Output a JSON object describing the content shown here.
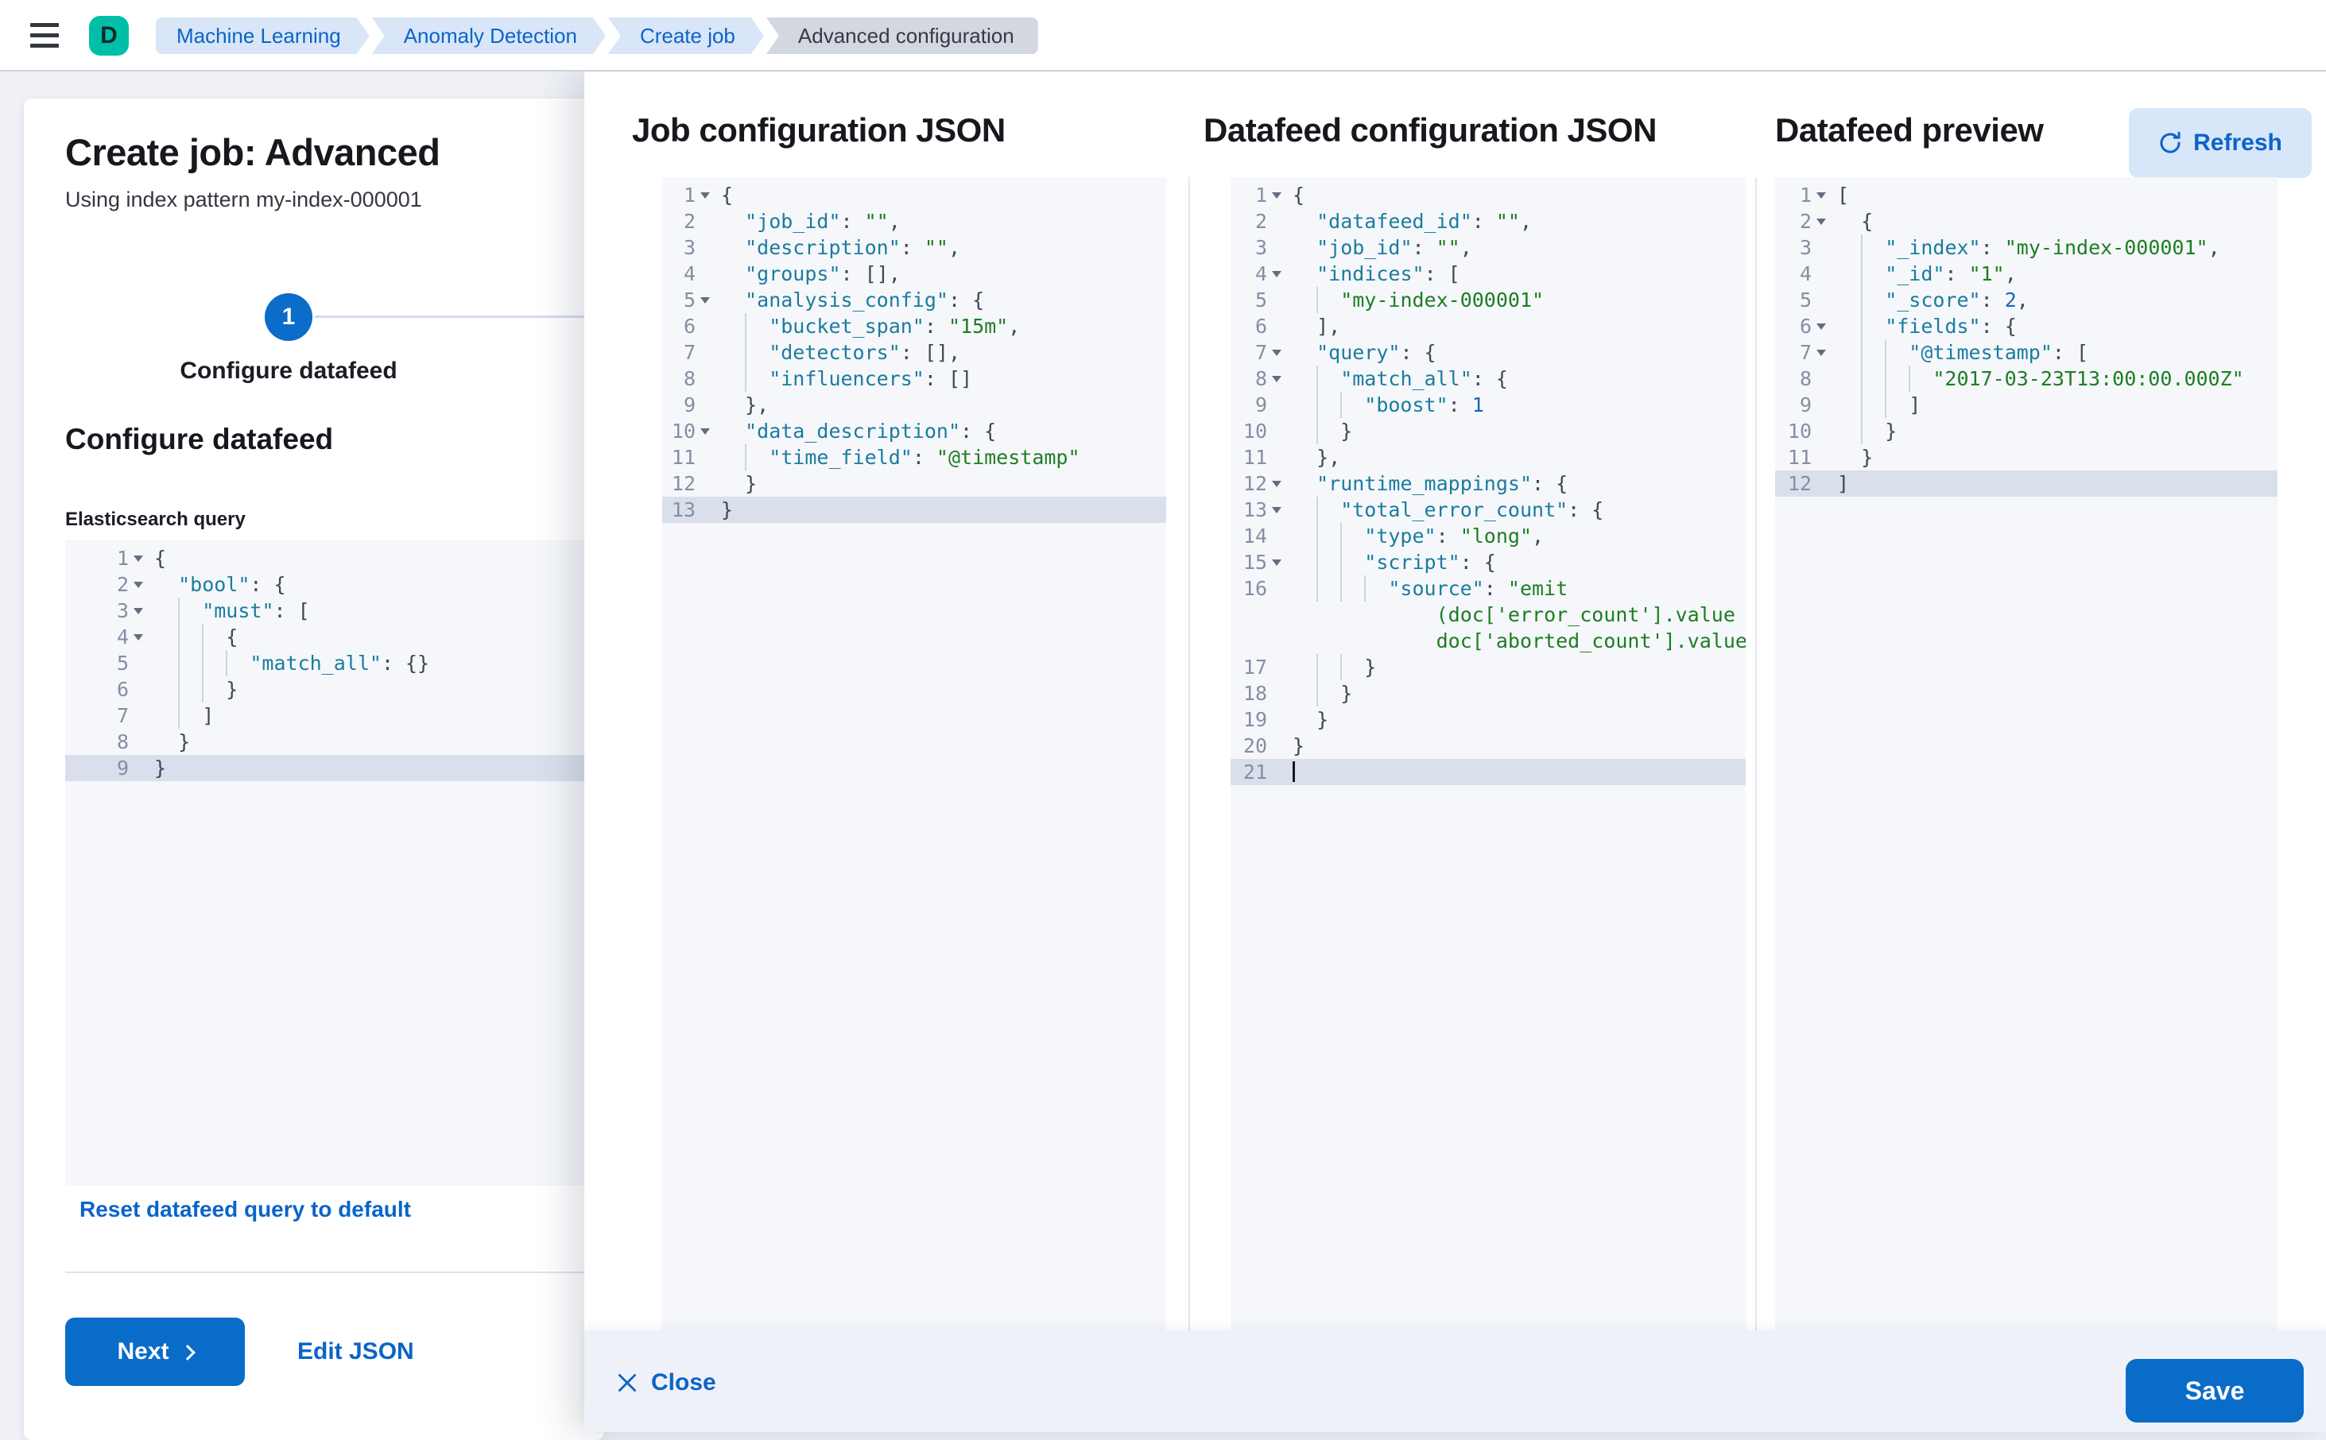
{
  "topbar": {
    "logo_letter": "D",
    "breadcrumbs": [
      {
        "label": "Machine Learning",
        "current": false
      },
      {
        "label": "Anomaly Detection",
        "current": false
      },
      {
        "label": "Create job",
        "current": false
      },
      {
        "label": "Advanced configuration",
        "current": true
      }
    ]
  },
  "left_panel": {
    "title": "Create job: Advanced",
    "subtitle": "Using index pattern my-index-000001",
    "step_number": "1",
    "step_label": "Configure datafeed",
    "section_heading": "Configure datafeed",
    "query_label": "Elasticsearch query",
    "reset_link": "Reset datafeed query to default",
    "next_label": "Next",
    "edit_json_label": "Edit JSON"
  },
  "flyout": {
    "job_heading": "Job configuration JSON",
    "datafeed_heading": "Datafeed configuration JSON",
    "preview_heading": "Datafeed preview",
    "refresh_label": "Refresh",
    "close_label": "Close",
    "save_label": "Save"
  },
  "colors": {
    "primary_blue": "#0b64c8",
    "button_fill": "#0a6cc9",
    "avatar_teal": "#00bfa8",
    "editor_bg": "#f5f7fa",
    "active_line": "#d9e0ec",
    "token_key": "#1b7c9e",
    "token_string": "#1e7d23",
    "token_number": "#1c64b8"
  },
  "editors": {
    "es_query": {
      "lines": [
        {
          "n": "1",
          "fold": true,
          "indent": 0,
          "guides": 0,
          "tokens": [
            [
              "p",
              "{"
            ]
          ]
        },
        {
          "n": "2",
          "fold": true,
          "indent": 2,
          "guides": 0,
          "tokens": [
            [
              "k",
              "\"bool\""
            ],
            [
              "p",
              ": {"
            ]
          ]
        },
        {
          "n": "3",
          "fold": true,
          "indent": 4,
          "guides": 1,
          "tokens": [
            [
              "k",
              "\"must\""
            ],
            [
              "p",
              ": ["
            ]
          ]
        },
        {
          "n": "4",
          "fold": true,
          "indent": 6,
          "guides": 2,
          "tokens": [
            [
              "p",
              "{"
            ]
          ]
        },
        {
          "n": "5",
          "indent": 8,
          "guides": 3,
          "tokens": [
            [
              "k",
              "\"match_all\""
            ],
            [
              "p",
              ": {}"
            ]
          ]
        },
        {
          "n": "6",
          "indent": 6,
          "guides": 2,
          "tokens": [
            [
              "p",
              "}"
            ]
          ]
        },
        {
          "n": "7",
          "indent": 4,
          "guides": 1,
          "tokens": [
            [
              "p",
              "]"
            ]
          ]
        },
        {
          "n": "8",
          "indent": 2,
          "guides": 0,
          "tokens": [
            [
              "p",
              "}"
            ]
          ]
        },
        {
          "n": "9",
          "hl": true,
          "indent": 0,
          "guides": 0,
          "tokens": [
            [
              "p",
              "}"
            ]
          ]
        }
      ]
    },
    "job_config": {
      "lines": [
        {
          "n": "1",
          "fold": true,
          "indent": 0,
          "guides": 0,
          "tokens": [
            [
              "p",
              "{"
            ]
          ]
        },
        {
          "n": "2",
          "indent": 2,
          "guides": 0,
          "tokens": [
            [
              "k",
              "\"job_id\""
            ],
            [
              "p",
              ": "
            ],
            [
              "s",
              "\"\""
            ],
            [
              "p",
              ","
            ]
          ]
        },
        {
          "n": "3",
          "indent": 2,
          "guides": 0,
          "tokens": [
            [
              "k",
              "\"description\""
            ],
            [
              "p",
              ": "
            ],
            [
              "s",
              "\"\""
            ],
            [
              "p",
              ","
            ]
          ]
        },
        {
          "n": "4",
          "indent": 2,
          "guides": 0,
          "tokens": [
            [
              "k",
              "\"groups\""
            ],
            [
              "p",
              ": [],"
            ]
          ]
        },
        {
          "n": "5",
          "fold": true,
          "indent": 2,
          "guides": 0,
          "tokens": [
            [
              "k",
              "\"analysis_config\""
            ],
            [
              "p",
              ": {"
            ]
          ]
        },
        {
          "n": "6",
          "indent": 4,
          "guides": 1,
          "tokens": [
            [
              "k",
              "\"bucket_span\""
            ],
            [
              "p",
              ": "
            ],
            [
              "s",
              "\"15m\""
            ],
            [
              "p",
              ","
            ]
          ]
        },
        {
          "n": "7",
          "indent": 4,
          "guides": 1,
          "tokens": [
            [
              "k",
              "\"detectors\""
            ],
            [
              "p",
              ": [],"
            ]
          ]
        },
        {
          "n": "8",
          "indent": 4,
          "guides": 1,
          "tokens": [
            [
              "k",
              "\"influencers\""
            ],
            [
              "p",
              ": []"
            ]
          ]
        },
        {
          "n": "9",
          "indent": 2,
          "guides": 0,
          "tokens": [
            [
              "p",
              "},"
            ]
          ]
        },
        {
          "n": "10",
          "fold": true,
          "indent": 2,
          "guides": 0,
          "tokens": [
            [
              "k",
              "\"data_description\""
            ],
            [
              "p",
              ": {"
            ]
          ]
        },
        {
          "n": "11",
          "indent": 4,
          "guides": 1,
          "tokens": [
            [
              "k",
              "\"time_field\""
            ],
            [
              "p",
              ": "
            ],
            [
              "s",
              "\"@timestamp\""
            ]
          ]
        },
        {
          "n": "12",
          "indent": 2,
          "guides": 0,
          "tokens": [
            [
              "p",
              "}"
            ]
          ]
        },
        {
          "n": "13",
          "hl": true,
          "indent": 0,
          "guides": 0,
          "tokens": [
            [
              "p",
              "}"
            ]
          ]
        }
      ]
    },
    "datafeed_config": {
      "lines": [
        {
          "n": "1",
          "fold": true,
          "indent": 0,
          "guides": 0,
          "tokens": [
            [
              "p",
              "{"
            ]
          ]
        },
        {
          "n": "2",
          "indent": 2,
          "guides": 0,
          "tokens": [
            [
              "k",
              "\"datafeed_id\""
            ],
            [
              "p",
              ": "
            ],
            [
              "s",
              "\"\""
            ],
            [
              "p",
              ","
            ]
          ]
        },
        {
          "n": "3",
          "indent": 2,
          "guides": 0,
          "tokens": [
            [
              "k",
              "\"job_id\""
            ],
            [
              "p",
              ": "
            ],
            [
              "s",
              "\"\""
            ],
            [
              "p",
              ","
            ]
          ]
        },
        {
          "n": "4",
          "fold": true,
          "indent": 2,
          "guides": 0,
          "tokens": [
            [
              "k",
              "\"indices\""
            ],
            [
              "p",
              ": ["
            ]
          ]
        },
        {
          "n": "5",
          "indent": 4,
          "guides": 1,
          "tokens": [
            [
              "s",
              "\"my-index-000001\""
            ]
          ]
        },
        {
          "n": "6",
          "indent": 2,
          "guides": 0,
          "tokens": [
            [
              "p",
              "],"
            ]
          ]
        },
        {
          "n": "7",
          "fold": true,
          "indent": 2,
          "guides": 0,
          "tokens": [
            [
              "k",
              "\"query\""
            ],
            [
              "p",
              ": {"
            ]
          ]
        },
        {
          "n": "8",
          "fold": true,
          "indent": 4,
          "guides": 1,
          "tokens": [
            [
              "k",
              "\"match_all\""
            ],
            [
              "p",
              ": {"
            ]
          ]
        },
        {
          "n": "9",
          "indent": 6,
          "guides": 2,
          "tokens": [
            [
              "k",
              "\"boost\""
            ],
            [
              "p",
              ": "
            ],
            [
              "n",
              "1"
            ]
          ]
        },
        {
          "n": "10",
          "indent": 4,
          "guides": 1,
          "tokens": [
            [
              "p",
              "}"
            ]
          ]
        },
        {
          "n": "11",
          "indent": 2,
          "guides": 0,
          "tokens": [
            [
              "p",
              "},"
            ]
          ]
        },
        {
          "n": "12",
          "fold": true,
          "indent": 2,
          "guides": 0,
          "tokens": [
            [
              "k",
              "\"runtime_mappings\""
            ],
            [
              "p",
              ": {"
            ]
          ]
        },
        {
          "n": "13",
          "fold": true,
          "indent": 4,
          "guides": 1,
          "tokens": [
            [
              "k",
              "\"total_error_count\""
            ],
            [
              "p",
              ": {"
            ]
          ]
        },
        {
          "n": "14",
          "indent": 6,
          "guides": 2,
          "tokens": [
            [
              "k",
              "\"type\""
            ],
            [
              "p",
              ": "
            ],
            [
              "s",
              "\"long\""
            ],
            [
              "p",
              ","
            ]
          ]
        },
        {
          "n": "15",
          "fold": true,
          "indent": 6,
          "guides": 2,
          "tokens": [
            [
              "k",
              "\"script\""
            ],
            [
              "p",
              ": {"
            ]
          ]
        },
        {
          "n": "16",
          "indent": 8,
          "guides": 3,
          "tokens": [
            [
              "k",
              "\"source\""
            ],
            [
              "p",
              ": "
            ],
            [
              "s",
              "\"emit"
            ]
          ]
        },
        {
          "n": "",
          "indent": 12,
          "guides": 0,
          "tokens": [
            [
              "s",
              "(doc['error_count'].value +"
            ]
          ]
        },
        {
          "n": "",
          "indent": 12,
          "guides": 0,
          "tokens": [
            [
              "s",
              "doc['aborted_count'].value)\""
            ]
          ]
        },
        {
          "n": "17",
          "indent": 6,
          "guides": 2,
          "tokens": [
            [
              "p",
              "}"
            ]
          ]
        },
        {
          "n": "18",
          "indent": 4,
          "guides": 1,
          "tokens": [
            [
              "p",
              "}"
            ]
          ]
        },
        {
          "n": "19",
          "indent": 2,
          "guides": 0,
          "tokens": [
            [
              "p",
              "}"
            ]
          ]
        },
        {
          "n": "20",
          "indent": 0,
          "guides": 0,
          "tokens": [
            [
              "p",
              "}"
            ]
          ]
        },
        {
          "n": "21",
          "hl": true,
          "cursor": true,
          "indent": 0,
          "guides": 0,
          "tokens": []
        }
      ]
    },
    "datafeed_preview": {
      "lines": [
        {
          "n": "1",
          "fold": true,
          "indent": 0,
          "guides": 0,
          "tokens": [
            [
              "p",
              "["
            ]
          ]
        },
        {
          "n": "2",
          "fold": true,
          "indent": 2,
          "guides": 0,
          "tokens": [
            [
              "p",
              "{"
            ]
          ]
        },
        {
          "n": "3",
          "indent": 4,
          "guides": 1,
          "tokens": [
            [
              "k",
              "\"_index\""
            ],
            [
              "p",
              ": "
            ],
            [
              "s",
              "\"my-index-000001\""
            ],
            [
              "p",
              ","
            ]
          ]
        },
        {
          "n": "4",
          "indent": 4,
          "guides": 1,
          "tokens": [
            [
              "k",
              "\"_id\""
            ],
            [
              "p",
              ": "
            ],
            [
              "s",
              "\"1\""
            ],
            [
              "p",
              ","
            ]
          ]
        },
        {
          "n": "5",
          "indent": 4,
          "guides": 1,
          "tokens": [
            [
              "k",
              "\"_score\""
            ],
            [
              "p",
              ": "
            ],
            [
              "n",
              "2"
            ],
            [
              "p",
              ","
            ]
          ]
        },
        {
          "n": "6",
          "fold": true,
          "indent": 4,
          "guides": 1,
          "tokens": [
            [
              "k",
              "\"fields\""
            ],
            [
              "p",
              ": {"
            ]
          ]
        },
        {
          "n": "7",
          "fold": true,
          "indent": 6,
          "guides": 2,
          "tokens": [
            [
              "k",
              "\"@timestamp\""
            ],
            [
              "p",
              ": ["
            ]
          ]
        },
        {
          "n": "8",
          "indent": 8,
          "guides": 3,
          "tokens": [
            [
              "s",
              "\"2017-03-23T13:00:00.000Z\""
            ]
          ]
        },
        {
          "n": "9",
          "indent": 6,
          "guides": 2,
          "tokens": [
            [
              "p",
              "]"
            ]
          ]
        },
        {
          "n": "10",
          "indent": 4,
          "guides": 1,
          "tokens": [
            [
              "p",
              "}"
            ]
          ]
        },
        {
          "n": "11",
          "indent": 2,
          "guides": 0,
          "tokens": [
            [
              "p",
              "}"
            ]
          ]
        },
        {
          "n": "12",
          "hl": true,
          "indent": 0,
          "guides": 0,
          "tokens": [
            [
              "p",
              "]"
            ]
          ]
        }
      ]
    }
  }
}
